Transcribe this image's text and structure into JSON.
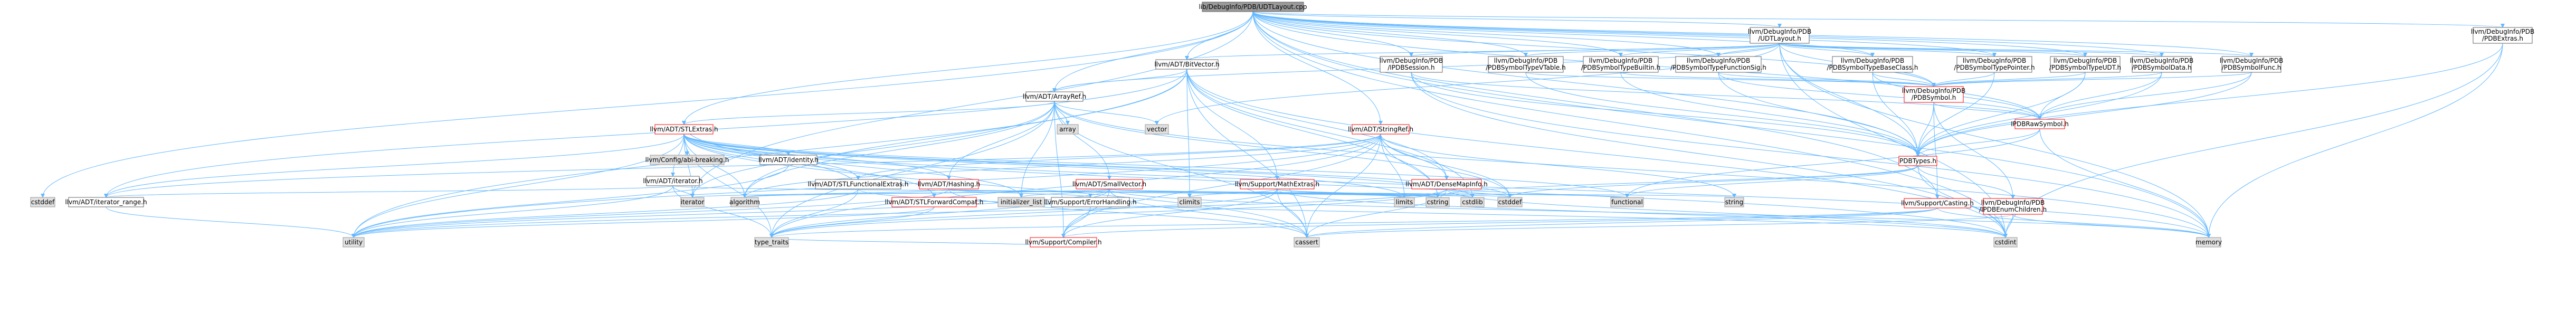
{
  "colors": {
    "edge": "#63b8ff",
    "root_fill": "#999999",
    "normal_fill": "#ffffff",
    "normal_border": "#666666",
    "red_border": "#ff0000",
    "system_fill": "#e0e0e0",
    "system_border": "#999999",
    "text": "#000000"
  },
  "nodes": [
    {
      "id": "root",
      "lines": [
        "lib/DebugInfo/PDB/UDTLayout.cpp"
      ],
      "style": "root"
    },
    {
      "id": "udtlayout",
      "lines": [
        "llvm/DebugInfo/PDB",
        "/UDTLayout.h"
      ],
      "style": "normal"
    },
    {
      "id": "pdbextras",
      "lines": [
        "llvm/DebugInfo/PDB",
        "/PDBExtras.h"
      ],
      "style": "normal"
    },
    {
      "id": "bitvector",
      "lines": [
        "llvm/ADT/BitVector.h"
      ],
      "style": "normal"
    },
    {
      "id": "pdbsession",
      "lines": [
        "llvm/DebugInfo/PDB",
        "/IPDBSession.h"
      ],
      "style": "normal"
    },
    {
      "id": "symtypevtable",
      "lines": [
        "llvm/DebugInfo/PDB",
        "/PDBSymbolTypeVTable.h"
      ],
      "style": "normal"
    },
    {
      "id": "symtypebuiltin",
      "lines": [
        "llvm/DebugInfo/PDB",
        "/PDBSymbolTypeBuiltin.h"
      ],
      "style": "normal"
    },
    {
      "id": "symtypefuncsig",
      "lines": [
        "llvm/DebugInfo/PDB",
        "/PDBSymbolTypeFunctionSig.h"
      ],
      "style": "normal"
    },
    {
      "id": "symtypebaseclass",
      "lines": [
        "llvm/DebugInfo/PDB",
        "/PDBSymbolTypeBaseClass.h"
      ],
      "style": "normal"
    },
    {
      "id": "symtypepointer",
      "lines": [
        "llvm/DebugInfo/PDB",
        "/PDBSymbolTypePointer.h"
      ],
      "style": "normal"
    },
    {
      "id": "symtypeudt",
      "lines": [
        "llvm/DebugInfo/PDB",
        "/PDBSymbolTypeUDT.h"
      ],
      "style": "normal"
    },
    {
      "id": "symdata",
      "lines": [
        "llvm/DebugInfo/PDB",
        "/PDBSymbolData.h"
      ],
      "style": "normal"
    },
    {
      "id": "symfunc",
      "lines": [
        "llvm/DebugInfo/PDB",
        "/PDBSymbolFunc.h"
      ],
      "style": "normal"
    },
    {
      "id": "pdbsymbol",
      "lines": [
        "llvm/DebugInfo/PDB",
        "/PDBSymbol.h"
      ],
      "style": "red"
    },
    {
      "id": "iparraysymbol",
      "lines": [
        "IPDBRawSymbol.h"
      ],
      "style": "red"
    },
    {
      "id": "arrayref",
      "lines": [
        "llvm/ADT/ArrayRef.h"
      ],
      "style": "normal"
    },
    {
      "id": "stlextras",
      "lines": [
        "llvm/ADT/STLExtras.h"
      ],
      "style": "red"
    },
    {
      "id": "stringref",
      "lines": [
        "llvm/ADT/StringRef.h"
      ],
      "style": "red"
    },
    {
      "id": "pdbtypes",
      "lines": [
        "PDBTypes.h"
      ],
      "style": "red"
    },
    {
      "id": "array",
      "lines": [
        "array"
      ],
      "style": "system"
    },
    {
      "id": "vector",
      "lines": [
        "vector"
      ],
      "style": "system"
    },
    {
      "id": "configbreaking",
      "lines": [
        "llvm/Config/abi-breaking.h"
      ],
      "style": "system"
    },
    {
      "id": "identity",
      "lines": [
        "llvm/ADT/identity.h"
      ],
      "style": "normal"
    },
    {
      "id": "iterator",
      "lines": [
        "llvm/ADT/iterator.h"
      ],
      "style": "normal"
    },
    {
      "id": "stlfunctional",
      "lines": [
        "llvm/ADT/STLFunctionalExtras.h"
      ],
      "style": "normal"
    },
    {
      "id": "hashing",
      "lines": [
        "llvm/ADT/Hashing.h"
      ],
      "style": "red"
    },
    {
      "id": "smallvector",
      "lines": [
        "llvm/ADT/SmallVector.h"
      ],
      "style": "red"
    },
    {
      "id": "mathextras",
      "lines": [
        "llvm/Support/MathExtras.h"
      ],
      "style": "red"
    },
    {
      "id": "densemapinfo",
      "lines": [
        "llvm/ADT/DenseMapInfo.h"
      ],
      "style": "red"
    },
    {
      "id": "casting",
      "lines": [
        "llvm/Support/Casting.h"
      ],
      "style": "red"
    },
    {
      "id": "enumchildren",
      "lines": [
        "llvm/DebugInfo/PDB",
        "/IPDBEnumChildren.h"
      ],
      "style": "red"
    },
    {
      "id": "cstddef_std",
      "lines": [
        "cstddef"
      ],
      "style": "system"
    },
    {
      "id": "iterator_range",
      "lines": [
        "llvm/ADT/iterator_range.h"
      ],
      "style": "normal"
    },
    {
      "id": "iterator_std",
      "lines": [
        "iterator"
      ],
      "style": "system"
    },
    {
      "id": "algorithm",
      "lines": [
        "algorithm"
      ],
      "style": "system"
    },
    {
      "id": "stlforward",
      "lines": [
        "llvm/ADT/STLForwardCompat.h"
      ],
      "style": "red"
    },
    {
      "id": "initializer_list",
      "lines": [
        "initializer_list"
      ],
      "style": "system"
    },
    {
      "id": "errorhandling",
      "lines": [
        "llvm/Support/ErrorHandling.h"
      ],
      "style": "normal"
    },
    {
      "id": "climits",
      "lines": [
        "climits"
      ],
      "style": "system"
    },
    {
      "id": "limits",
      "lines": [
        "limits"
      ],
      "style": "system"
    },
    {
      "id": "cstring",
      "lines": [
        "cstring"
      ],
      "style": "system"
    },
    {
      "id": "cstdlib",
      "lines": [
        "cstdlib"
      ],
      "style": "system"
    },
    {
      "id": "cstddef2",
      "lines": [
        "cstddef"
      ],
      "style": "system"
    },
    {
      "id": "functional",
      "lines": [
        "functional"
      ],
      "style": "system"
    },
    {
      "id": "string",
      "lines": [
        "string"
      ],
      "style": "system"
    },
    {
      "id": "utility",
      "lines": [
        "utility"
      ],
      "style": "system"
    },
    {
      "id": "type_traits",
      "lines": [
        "type_traits"
      ],
      "style": "system"
    },
    {
      "id": "compiler",
      "lines": [
        "llvm/Support/Compiler.h"
      ],
      "style": "red"
    },
    {
      "id": "cassert",
      "lines": [
        "cassert"
      ],
      "style": "system"
    },
    {
      "id": "cstdint",
      "lines": [
        "cstdint"
      ],
      "style": "system"
    },
    {
      "id": "memory",
      "lines": [
        "memory"
      ],
      "style": "system"
    }
  ],
  "edges": [
    [
      "root",
      "udtlayout"
    ],
    [
      "root",
      "pdbextras"
    ],
    [
      "root",
      "bitvector"
    ],
    [
      "root",
      "arrayref"
    ],
    [
      "root",
      "stlextras"
    ],
    [
      "root",
      "stringref"
    ],
    [
      "root",
      "pdbsession"
    ],
    [
      "root",
      "symtypevtable"
    ],
    [
      "root",
      "symtypebuiltin"
    ],
    [
      "root",
      "symtypefuncsig"
    ],
    [
      "root",
      "symtypebaseclass"
    ],
    [
      "root",
      "symtypepointer"
    ],
    [
      "root",
      "symtypeudt"
    ],
    [
      "root",
      "symdata"
    ],
    [
      "root",
      "symfunc"
    ],
    [
      "root",
      "pdbsymbol"
    ],
    [
      "root",
      "iparraysymbol"
    ],
    [
      "root",
      "pdbtypes"
    ],
    [
      "root",
      "casting"
    ],
    [
      "root",
      "cstdint"
    ],
    [
      "root",
      "memory"
    ],
    [
      "root",
      "iterator_std"
    ],
    [
      "root",
      "cstddef_std"
    ],
    [
      "udtlayout",
      "bitvector"
    ],
    [
      "udtlayout",
      "arrayref"
    ],
    [
      "udtlayout",
      "symtypebaseclass"
    ],
    [
      "udtlayout",
      "symdata"
    ],
    [
      "udtlayout",
      "symfunc"
    ],
    [
      "udtlayout",
      "symtypevtable"
    ],
    [
      "udtlayout",
      "symtypebuiltin"
    ],
    [
      "udtlayout",
      "symtypeudt"
    ],
    [
      "udtlayout",
      "pdbsymbol"
    ],
    [
      "udtlayout",
      "pdbtypes"
    ],
    [
      "udtlayout",
      "cstdint"
    ],
    [
      "udtlayout",
      "memory"
    ],
    [
      "udtlayout",
      "vector"
    ],
    [
      "udtlayout",
      "symtypefuncsig"
    ],
    [
      "udtlayout",
      "symtypepointer"
    ],
    [
      "udtlayout",
      "pdbsession"
    ],
    [
      "pdbextras",
      "pdbtypes"
    ],
    [
      "pdbextras",
      "cstdint"
    ],
    [
      "pdbextras",
      "memory"
    ],
    [
      "bitvector",
      "arrayref"
    ],
    [
      "bitvector",
      "densemapinfo"
    ],
    [
      "bitvector",
      "iterator_range"
    ],
    [
      "bitvector",
      "mathextras"
    ],
    [
      "bitvector",
      "algorithm"
    ],
    [
      "bitvector",
      "cassert"
    ],
    [
      "bitvector",
      "climits"
    ],
    [
      "bitvector",
      "cstdint"
    ],
    [
      "bitvector",
      "cstdlib"
    ],
    [
      "bitvector",
      "cstring"
    ],
    [
      "bitvector",
      "utility"
    ],
    [
      "pdbsession",
      "pdbtypes"
    ],
    [
      "pdbsession",
      "cstdint"
    ],
    [
      "pdbsession",
      "memory"
    ],
    [
      "pdbsession",
      "iparraysymbol"
    ],
    [
      "symtypevtable",
      "pdbsymbol"
    ],
    [
      "symtypevtable",
      "pdbtypes"
    ],
    [
      "symtypebuiltin",
      "pdbsymbol"
    ],
    [
      "symtypebuiltin",
      "pdbtypes"
    ],
    [
      "symtypefuncsig",
      "pdbsymbol"
    ],
    [
      "symtypefuncsig",
      "pdbtypes"
    ],
    [
      "symtypefuncsig",
      "iparraysymbol"
    ],
    [
      "symtypebaseclass",
      "pdbsymbol"
    ],
    [
      "symtypebaseclass",
      "pdbtypes"
    ],
    [
      "symtypebaseclass",
      "iparraysymbol"
    ],
    [
      "symtypepointer",
      "pdbsymbol"
    ],
    [
      "symtypepointer",
      "pdbtypes"
    ],
    [
      "symtypeudt",
      "pdbsymbol"
    ],
    [
      "symtypeudt",
      "pdbtypes"
    ],
    [
      "symtypeudt",
      "iparraysymbol"
    ],
    [
      "symdata",
      "pdbsymbol"
    ],
    [
      "symdata",
      "pdbtypes"
    ],
    [
      "symdata",
      "iparraysymbol"
    ],
    [
      "symfunc",
      "pdbsymbol"
    ],
    [
      "symfunc",
      "pdbtypes"
    ],
    [
      "symfunc",
      "iparraysymbol"
    ],
    [
      "pdbsymbol",
      "iparraysymbol"
    ],
    [
      "pdbsymbol",
      "pdbtypes"
    ],
    [
      "pdbsymbol",
      "casting"
    ],
    [
      "pdbsymbol",
      "enumchildren"
    ],
    [
      "iparraysymbol",
      "pdbtypes"
    ],
    [
      "iparraysymbol",
      "memory"
    ],
    [
      "iparraysymbol",
      "functional"
    ],
    [
      "arrayref",
      "array"
    ],
    [
      "arrayref",
      "vector"
    ],
    [
      "arrayref",
      "stlextras"
    ],
    [
      "arrayref",
      "hashing"
    ],
    [
      "arrayref",
      "smallvector"
    ],
    [
      "arrayref",
      "compiler"
    ],
    [
      "arrayref",
      "algorithm"
    ],
    [
      "arrayref",
      "cassert"
    ],
    [
      "arrayref",
      "cstddef2"
    ],
    [
      "arrayref",
      "initializer_list"
    ],
    [
      "arrayref",
      "iterator_std"
    ],
    [
      "arrayref",
      "memory"
    ],
    [
      "arrayref",
      "type_traits"
    ],
    [
      "stlextras",
      "configbreaking"
    ],
    [
      "stlextras",
      "identity"
    ],
    [
      "stlextras",
      "iterator"
    ],
    [
      "stlextras",
      "iterator_range"
    ],
    [
      "stlextras",
      "stlfunctional"
    ],
    [
      "stlextras",
      "hashing"
    ],
    [
      "stlextras",
      "stlforward"
    ],
    [
      "stlextras",
      "algorithm"
    ],
    [
      "stlextras",
      "cassert"
    ],
    [
      "stlextras",
      "cstddef2"
    ],
    [
      "stlextras",
      "cstdint"
    ],
    [
      "stlextras",
      "cstdlib"
    ],
    [
      "stlextras",
      "functional"
    ],
    [
      "stlextras",
      "initializer_list"
    ],
    [
      "stlextras",
      "iterator_std"
    ],
    [
      "stlextras",
      "limits"
    ],
    [
      "stlextras",
      "memory"
    ],
    [
      "stlextras",
      "optional"
    ],
    [
      "stlextras",
      "tuple"
    ],
    [
      "stlextras",
      "type_traits"
    ],
    [
      "stlextras",
      "utility"
    ],
    [
      "stringref",
      "densemapinfo"
    ],
    [
      "stringref",
      "stlfunctional"
    ],
    [
      "stringref",
      "iterator_range"
    ],
    [
      "stringref",
      "compiler"
    ],
    [
      "stringref",
      "algorithm"
    ],
    [
      "stringref",
      "cassert"
    ],
    [
      "stringref",
      "cstddef2"
    ],
    [
      "stringref",
      "cstring"
    ],
    [
      "stringref",
      "limits"
    ],
    [
      "stringref",
      "string"
    ],
    [
      "stringref",
      "type_traits"
    ],
    [
      "stringref",
      "utility"
    ],
    [
      "pdbtypes",
      "enumchildren"
    ],
    [
      "pdbtypes",
      "functional"
    ],
    [
      "pdbtypes",
      "cstddef2"
    ],
    [
      "pdbtypes",
      "cstdint"
    ],
    [
      "pdbtypes",
      "cstring"
    ],
    [
      "identity",
      "utility"
    ],
    [
      "iterator",
      "iterator_range"
    ],
    [
      "iterator",
      "cstddef2"
    ],
    [
      "iterator",
      "iterator_std"
    ],
    [
      "iterator",
      "type_traits"
    ],
    [
      "iterator",
      "utility"
    ],
    [
      "iterator_range",
      "utility"
    ],
    [
      "stlfunctional",
      "stlextras"
    ],
    [
      "stlfunctional",
      "cstdint"
    ],
    [
      "stlfunctional",
      "type_traits"
    ],
    [
      "stlfunctional",
      "utility"
    ],
    [
      "hashing",
      "errorhandling"
    ],
    [
      "hashing",
      "algorithm"
    ],
    [
      "hashing",
      "cassert"
    ],
    [
      "hashing",
      "cstring"
    ],
    [
      "hashing",
      "string"
    ],
    [
      "hashing",
      "tuple"
    ],
    [
      "hashing",
      "utility"
    ],
    [
      "smallvector",
      "compiler"
    ],
    [
      "smallvector",
      "algorithm"
    ],
    [
      "smallvector",
      "cassert"
    ],
    [
      "smallvector",
      "cstddef2"
    ],
    [
      "smallvector",
      "cstdlib"
    ],
    [
      "smallvector",
      "cstring"
    ],
    [
      "smallvector",
      "functional"
    ],
    [
      "smallvector",
      "initializer_list"
    ],
    [
      "smallvector",
      "iterator_std"
    ],
    [
      "smallvector",
      "limits"
    ],
    [
      "smallvector",
      "memory"
    ],
    [
      "smallvector",
      "type_traits"
    ],
    [
      "smallvector",
      "utility"
    ],
    [
      "mathextras",
      "compiler"
    ],
    [
      "mathextras",
      "cassert"
    ],
    [
      "mathextras",
      "climits"
    ],
    [
      "mathextras",
      "cstdint"
    ],
    [
      "mathextras",
      "cstring"
    ],
    [
      "mathextras",
      "limits"
    ],
    [
      "mathextras",
      "type_traits"
    ],
    [
      "densemapinfo",
      "cassert"
    ],
    [
      "densemapinfo",
      "cstddef2"
    ],
    [
      "densemapinfo",
      "cstdint"
    ],
    [
      "densemapinfo",
      "tuple"
    ],
    [
      "densemapinfo",
      "type_traits"
    ],
    [
      "densemapinfo",
      "utility"
    ],
    [
      "casting",
      "compiler"
    ],
    [
      "casting",
      "cassert"
    ],
    [
      "casting",
      "memory"
    ],
    [
      "casting",
      "type_traits"
    ],
    [
      "enumchildren",
      "cassert"
    ],
    [
      "enumchildren",
      "cstdint"
    ],
    [
      "enumchildren",
      "memory"
    ],
    [
      "errorhandling",
      "compiler"
    ],
    [
      "stlforward",
      "type_traits"
    ],
    [
      "stlforward",
      "utility"
    ],
    [
      "compiler",
      "type_traits"
    ]
  ]
}
